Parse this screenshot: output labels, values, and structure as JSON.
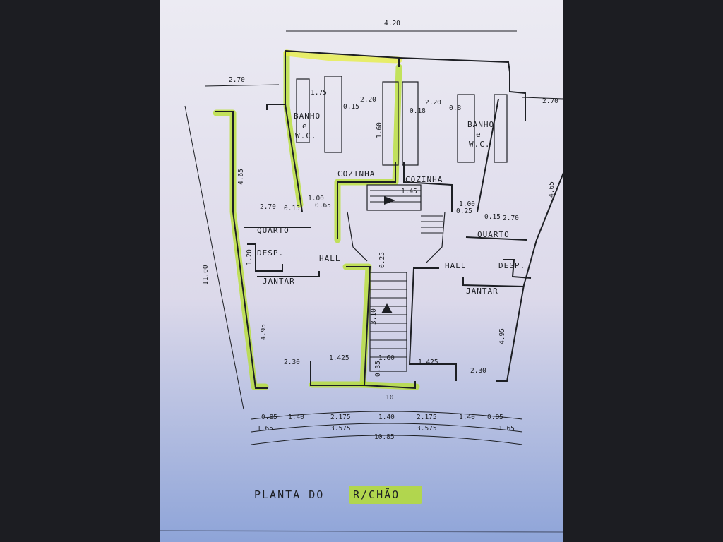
{
  "plan": {
    "title": "PLANTA DO R/CHÃO",
    "title_parts": {
      "prefix": "PLANTA DO ",
      "highlighted": "R/CHÃO"
    },
    "colors": {
      "paper_top": "#ecebf3",
      "paper_bottom": "#8ea4d8",
      "frame_dark": "#1c1d22",
      "highlight_green": "#b6e02a",
      "highlight_yellow": "#e6ef3c",
      "ink": "#1d1f24"
    },
    "rooms": {
      "banho_left_line1": "BANHO",
      "banho_left_line2": "e",
      "banho_left_line3": "W.C.",
      "banho_right_line1": "BANHO",
      "banho_right_line2": "e",
      "banho_right_line3": "W.C.",
      "cozinha_left": "COZINHA",
      "cozinha_right": "COZINHA",
      "quarto_left": "QUARTO",
      "quarto_right": "QUARTO",
      "desp_left": "DESP.",
      "desp_right": "DESP.",
      "hall_left": "HALL",
      "hall_right": "HALL",
      "jantar_left": "JANTAR",
      "jantar_right": "JANTAR"
    },
    "dimensions": {
      "top_overall": "4.20",
      "left_top": "2.70",
      "right_top": "2.70",
      "left_height": "11.00",
      "bath_left_a": "1.75",
      "bath_left_b": "0.15",
      "kitchen_a": "2.20",
      "kitchen_b": "2.20",
      "kitchen_c": "0.18",
      "kitchen_d": "1.60",
      "bath_right_a": "0.8",
      "quarto_left_h": "4.65",
      "quarto_right_h": "4.65",
      "quarto_left_w": "2.70",
      "quarto_right_w": "2.70",
      "small_a": "0.15",
      "small_b": "1.00",
      "small_c": "0.65",
      "stair_w": "1.45",
      "small_d": "1.00",
      "small_e": "0.25",
      "small_f": "0.15",
      "desp_h": "1.20",
      "hall_mid": "0.25",
      "jantar_left_h": "4.95",
      "jantar_right_h": "4.95",
      "stair_len": "3.10",
      "jantar_w_left": "2.30",
      "jantar_w_right": "2.30",
      "front_a": "1.425",
      "front_b": "1.425",
      "front_c": "1.60",
      "front_d": "0.35",
      "bottom_row1": [
        "0.85",
        "1.40",
        "2.175",
        "1.40",
        "2.175",
        "1.40",
        "0.85"
      ],
      "bottom_row2": [
        "1.65",
        "3.575",
        "3.575",
        "1.65"
      ],
      "bottom_total": "10.85",
      "front_mark": "10"
    }
  }
}
